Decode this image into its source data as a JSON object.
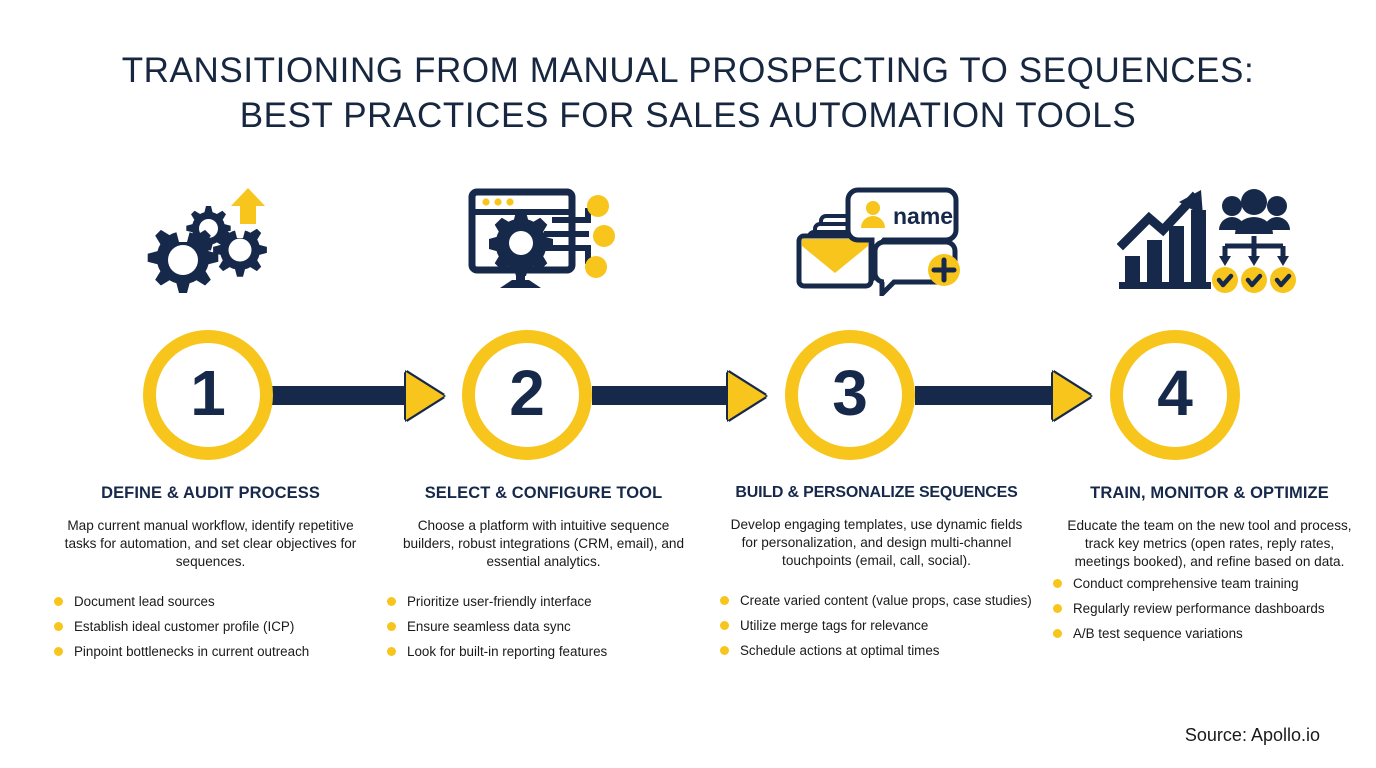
{
  "title": {
    "line1": "TRANSITIONING FROM MANUAL PROSPECTING TO SEQUENCES:",
    "line2": "BEST PRACTICES FOR SALES AUTOMATION TOOLS"
  },
  "colors": {
    "navy": "#17294a",
    "yellow": "#f7c51b",
    "background": "#ffffff",
    "body_text": "#1a1a1a"
  },
  "steps": [
    {
      "number": "1",
      "icon": "gears-up-arrow-icon",
      "heading": "DEFINE & AUDIT PROCESS",
      "description": "Map current manual workflow, identify repetitive tasks for automation, and set clear objectives for sequences.",
      "bullets": [
        "Document lead sources",
        "Establish ideal customer profile (ICP)",
        "Pinpoint bottlenecks in current outreach"
      ]
    },
    {
      "number": "2",
      "icon": "monitor-gear-nodes-icon",
      "heading": "SELECT & CONFIGURE TOOL",
      "description": "Choose a platform with intuitive sequence builders, robust integrations (CRM, email), and essential analytics.",
      "bullets": [
        "Prioritize user-friendly interface",
        "Ensure seamless data sync",
        "Look for built-in reporting features"
      ]
    },
    {
      "number": "3",
      "icon": "envelopes-chat-name-icon",
      "heading": "BUILD & PERSONALIZE SEQUENCES",
      "description": "Develop engaging templates, use dynamic fields for personalization, and design multi-channel touchpoints (email, call, social).",
      "bullets": [
        "Create varied content (value props, case studies)",
        "Utilize merge tags for relevance",
        "Schedule actions at optimal times"
      ]
    },
    {
      "number": "4",
      "icon": "growth-chart-team-checks-icon",
      "heading": "TRAIN, MONITOR & OPTIMIZE",
      "description": "Educate the team on the new tool and process, track key metrics (open rates, reply rates, meetings booked), and refine based on data.",
      "bullets": [
        "Conduct comprehensive team training",
        "Regularly review performance dashboards",
        "A/B test sequence variations"
      ]
    }
  ],
  "icon_labels": {
    "name_bubble": "name"
  },
  "source": "Source: Apollo.io"
}
